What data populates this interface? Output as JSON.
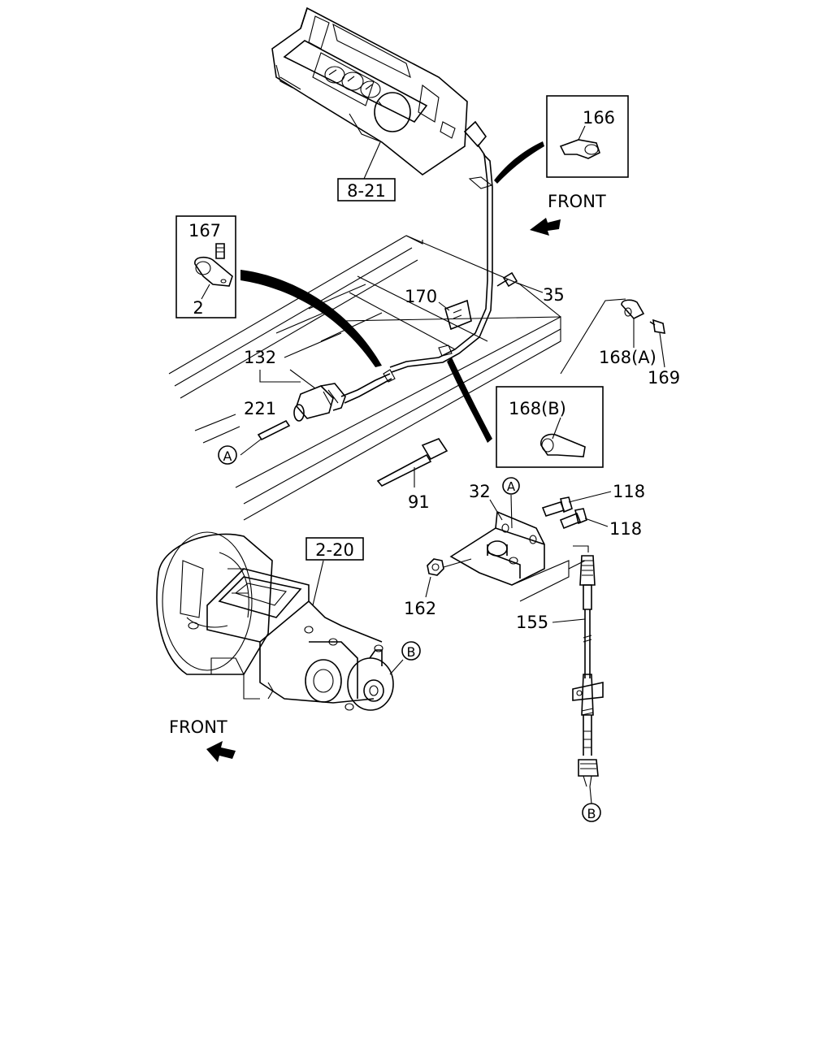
{
  "labels": {
    "ref_8_21": "8-21",
    "ref_2_20": "2-20",
    "p166": "166",
    "p167": "167",
    "p2": "2",
    "p35": "35",
    "p170": "170",
    "p168a": "168(A)",
    "p169": "169",
    "p132": "132",
    "p221": "221",
    "p168b": "168(B)",
    "p91": "91",
    "p32": "32",
    "p118a": "118",
    "p118b": "118",
    "p162": "162",
    "p155": "155",
    "front_top": "FRONT",
    "front_bottom": "FRONT",
    "circle_a1": "A",
    "circle_a2": "A",
    "circle_b1": "B",
    "circle_b2": "B"
  },
  "colors": {
    "ink": "#000000",
    "paper": "#ffffff"
  }
}
